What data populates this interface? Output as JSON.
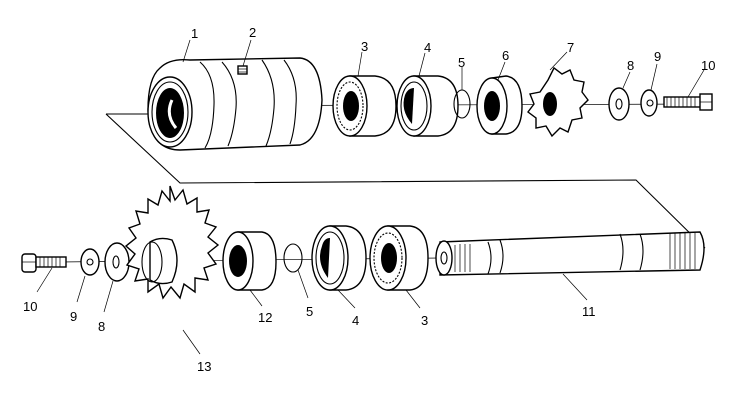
{
  "diagram": {
    "type": "exploded-parts-view",
    "colors": {
      "line": "#000000",
      "background": "#ffffff"
    },
    "upper_assembly": {
      "callouts": [
        {
          "part": "1",
          "label": "1",
          "component": "housing"
        },
        {
          "part": "2",
          "label": "2",
          "component": "grease-fitting"
        },
        {
          "part": "3",
          "label": "3",
          "component": "bearing"
        },
        {
          "part": "4",
          "label": "4",
          "component": "seal"
        },
        {
          "part": "5",
          "label": "5",
          "component": "o-ring"
        },
        {
          "part": "6",
          "label": "6",
          "component": "spacer"
        },
        {
          "part": "7",
          "label": "7",
          "component": "small-sprocket"
        },
        {
          "part": "8",
          "label": "8",
          "component": "washer"
        },
        {
          "part": "9",
          "label": "9",
          "component": "lock-washer"
        },
        {
          "part": "10",
          "label": "10",
          "component": "bolt"
        }
      ]
    },
    "lower_assembly": {
      "callouts": [
        {
          "part": "10",
          "label": "10",
          "component": "bolt"
        },
        {
          "part": "9",
          "label": "9",
          "component": "lock-washer"
        },
        {
          "part": "8",
          "label": "8",
          "component": "washer"
        },
        {
          "part": "13",
          "label": "13",
          "component": "large-sprocket"
        },
        {
          "part": "12",
          "label": "12",
          "component": "spacer"
        },
        {
          "part": "5",
          "label": "5",
          "component": "o-ring"
        },
        {
          "part": "4",
          "label": "4",
          "component": "seal"
        },
        {
          "part": "3",
          "label": "3",
          "component": "bearing"
        },
        {
          "part": "11",
          "label": "11",
          "component": "shaft"
        }
      ]
    }
  }
}
